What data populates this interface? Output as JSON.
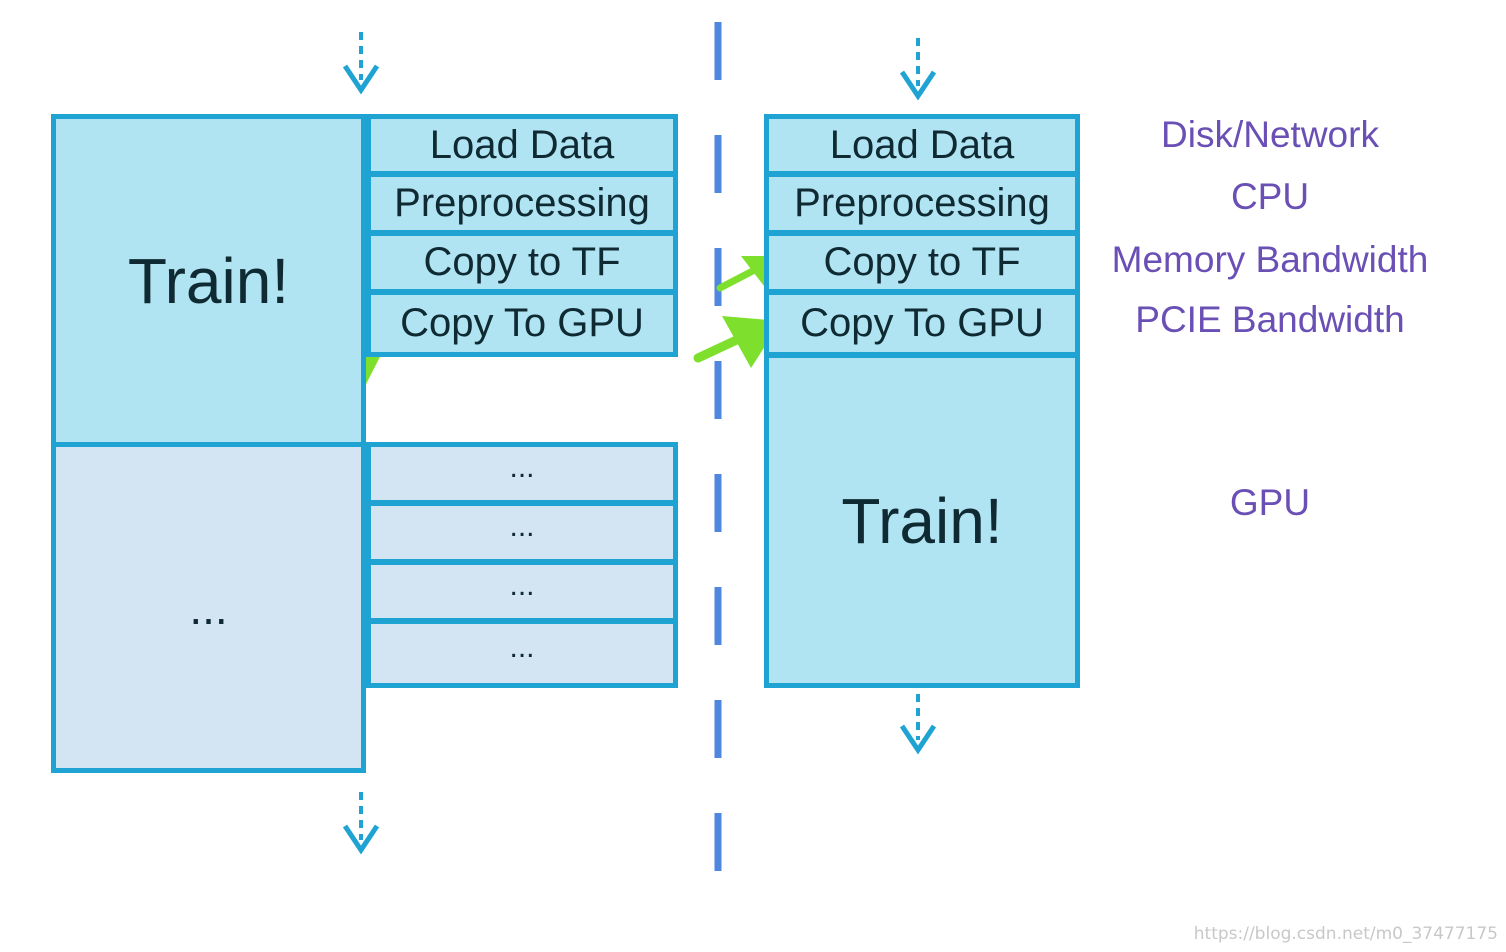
{
  "left_pipeline": {
    "train_label": "Train!",
    "ellipsis_label": "...",
    "stages": [
      "Load Data",
      "Preprocessing",
      "Copy to TF",
      "Copy To GPU"
    ],
    "next_stages": [
      "...",
      "...",
      "...",
      "..."
    ]
  },
  "right_pipeline": {
    "stages": [
      "Load Data",
      "Preprocessing",
      "Copy to TF",
      "Copy To GPU"
    ],
    "train_label": "Train!"
  },
  "resources": {
    "disk": "Disk/Network",
    "cpu": "CPU",
    "memory": "Memory Bandwidth",
    "pcie": "PCIE Bandwidth",
    "gpu": "GPU"
  },
  "watermark": "https://blog.csdn.net/m0_37477175",
  "colors": {
    "box_border": "#1fa3d3",
    "box_fill": "#b1e4f2",
    "box_fill_pale": "#d3e4f2",
    "divider": "#4f86e0",
    "highlight_arrow": "#7ee02c",
    "resource_text": "#6a4fb5"
  }
}
